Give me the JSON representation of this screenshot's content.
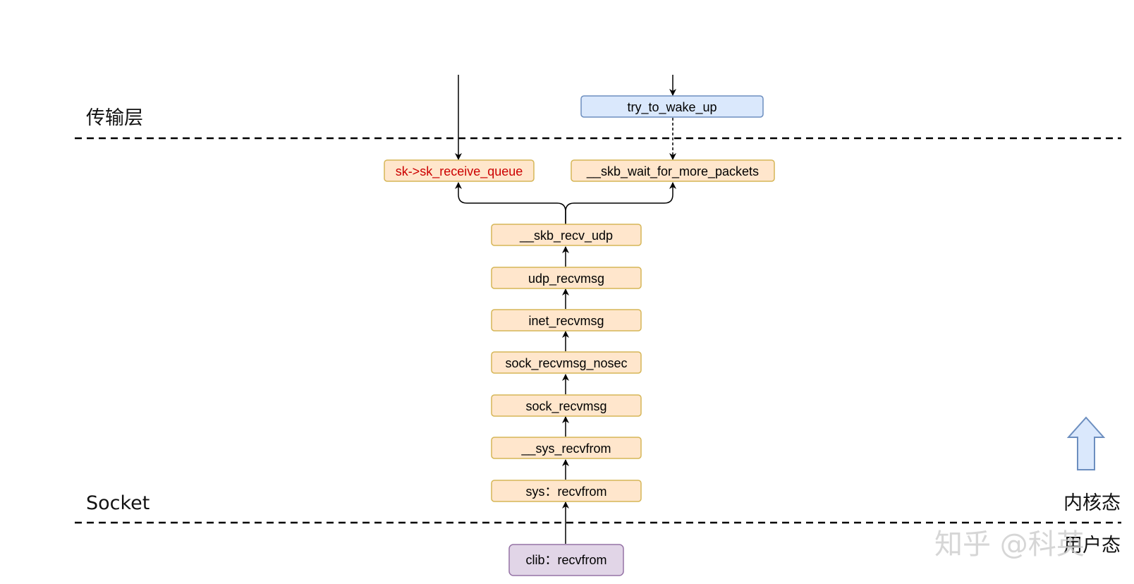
{
  "layers": {
    "transport": "传输层",
    "socket": "Socket"
  },
  "modes": {
    "kernel": "内核态",
    "user": "用户态"
  },
  "watermark": "知乎 @科英",
  "boxes": {
    "try_to_wake_up": "try_to_wake_up",
    "sk_receive_queue": "sk->sk_receive_queue",
    "skb_wait_for_more_packets": "__skb_wait_for_more_packets",
    "skb_recv_udp": "__skb_recv_udp",
    "udp_recvmsg": "udp_recvmsg",
    "inet_recvmsg": "inet_recvmsg",
    "sock_recvmsg_nosec": "sock_recvmsg_nosec",
    "sock_recvmsg": "sock_recvmsg",
    "sys_recvfrom_internal": "__sys_recvfrom",
    "sys_recvfrom": "sys：recvfrom",
    "clib_recvfrom": "clib：recvfrom"
  },
  "colors": {
    "kernel_box_fill": "#ffe6cc",
    "kernel_box_stroke": "#d6b656",
    "wake_box_fill": "#dae8fc",
    "wake_box_stroke": "#6c8ebf",
    "user_box_fill": "#e1d5e7",
    "user_box_stroke": "#9673a6",
    "queue_text": "#cc0000",
    "mode_arrow_fill": "#dae8fc",
    "mode_arrow_stroke": "#6c8ebf"
  }
}
